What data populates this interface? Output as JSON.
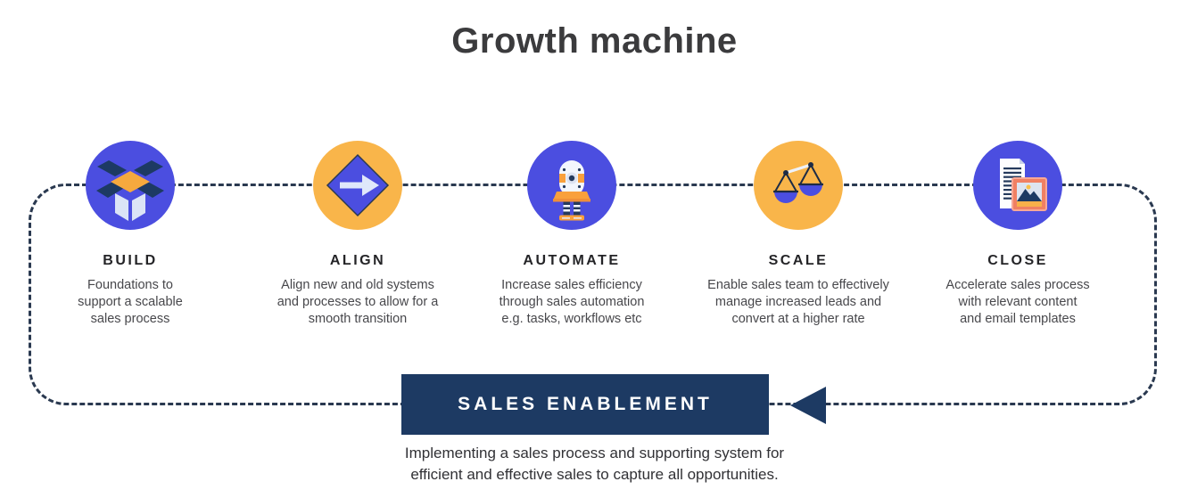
{
  "title": "Growth machine",
  "stages": [
    {
      "label": "BUILD",
      "icon": "open-box-icon",
      "description": "Foundations to\nsupport a scalable\nsales process"
    },
    {
      "label": "ALIGN",
      "icon": "diamond-arrow-right-icon",
      "description": "Align new and old systems\nand processes to allow for a\nsmooth transition"
    },
    {
      "label": "AUTOMATE",
      "icon": "robot-icon",
      "description": "Increase sales efficiency\nthrough sales automation\ne.g. tasks, workflows etc"
    },
    {
      "label": "SCALE",
      "icon": "balance-scale-icon",
      "description": "Enable sales team to effectively\nmanage increased leads and\nconvert at a higher rate"
    },
    {
      "label": "CLOSE",
      "icon": "document-and-image-icon",
      "description": "Accelerate sales process\nwith relevant content\nand email templates"
    }
  ],
  "banner": {
    "label": "SALES ENABLEMENT"
  },
  "caption": "Implementing a sales process and supporting system for\nefficient and effective sales to capture all opportunities.",
  "colors": {
    "purple_circle": "#4b4ee0",
    "orange_circle": "#f9b54a",
    "navy": "#1d3a63",
    "dashed_line": "#2a3950"
  }
}
